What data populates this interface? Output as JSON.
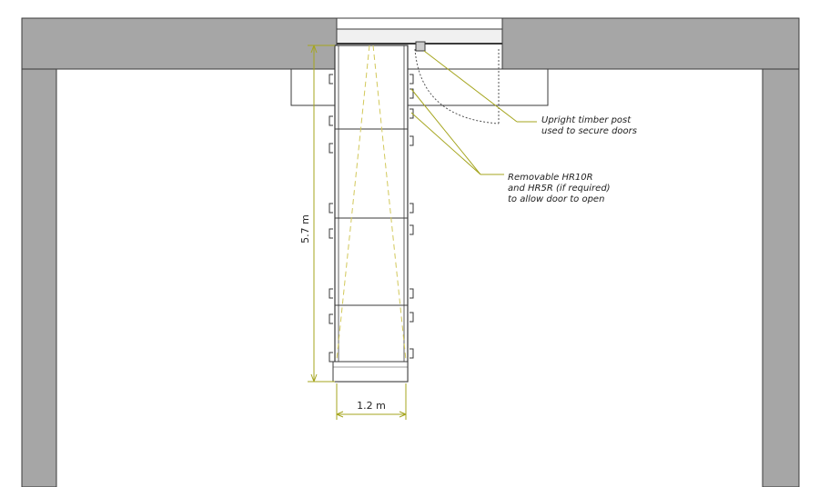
{
  "dimensions": {
    "length": "5.7 m",
    "width": "1.2 m"
  },
  "annotations": {
    "upright_post": [
      "Upright timber post",
      "used to secure doors"
    ],
    "removable_rails": [
      "Removable HR10R",
      "and HR5R (if required)",
      "to allow door to open"
    ]
  },
  "colors": {
    "wall": "#a6a6a6",
    "outline": "#3a3a3a",
    "dimension": "#a5a51e",
    "sightline": "#d2c85a"
  }
}
